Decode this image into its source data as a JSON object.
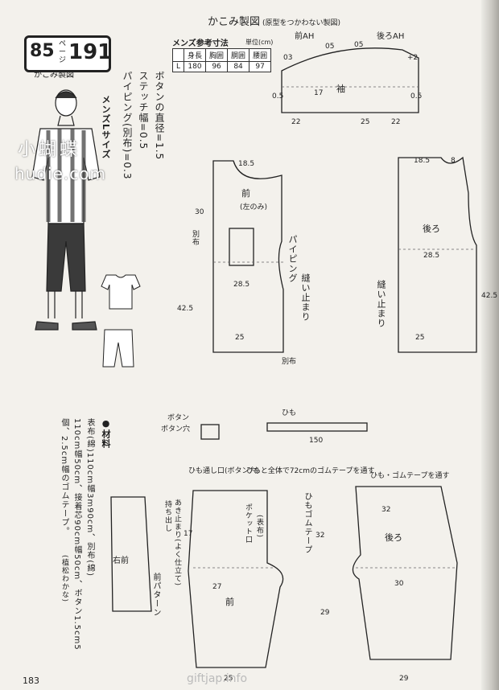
{
  "header": {
    "title": "かこみ製図",
    "subtitle": "(原型をつかわない製図)"
  },
  "badge": {
    "number": "85",
    "unit": "ページ",
    "code": "191",
    "sub": "かこみ製図"
  },
  "size_label": "メンズLサイズ",
  "notes": [
    "ボタンの直径=1.5",
    "ステッチ幅=0.5",
    "パイピング(別布)=0.3"
  ],
  "measurements": {
    "title": "メンズ参考寸法",
    "unit": "単位(cm)",
    "headers": [
      "",
      "身長",
      "胸囲",
      "胴囲",
      "腰囲"
    ],
    "rows": [
      [
        "L",
        "180",
        "96",
        "84",
        "97"
      ]
    ]
  },
  "materials": {
    "title": "●材料",
    "lines": [
      "表布(綿)110cm幅3m90cm、別布(綿)",
      "110cm幅50cm、接着芯90cm幅50cm、ボタン1.5cm5",
      "個、2.5cm幅のゴムテープ。"
    ],
    "credit": "(植松わかな)"
  },
  "labels": {
    "sleeve": "袖",
    "front": "前",
    "back": "後ろ",
    "left_only": "(左のみ)",
    "piping": "パイピング",
    "sew_end": "縫い止まり",
    "bessu": "別布",
    "pocket": "ポケット口",
    "self": "(表布)",
    "himo": "ひも",
    "himo_ana": "ひも通し口(ボタン穴)",
    "himo_full": "ひもと全体で72cmのゴムテープを通す",
    "gomu": "ひも・ゴムテープを通す",
    "himo_gomu": "ひもゴムテープ",
    "right_front": "右前",
    "front_pattern": "前パターン",
    "mochidashi": "持ち出し",
    "akidomari": "あき止まり(よく仕立て)",
    "botan": "ボタン",
    "botan_ana": "ボタン穴",
    "front_ah": "前AH",
    "back_ah": "後ろAH"
  },
  "page_number": "183",
  "watermarks": [
    "小蝴蝶",
    "hudie.com",
    "giftjap.info"
  ]
}
